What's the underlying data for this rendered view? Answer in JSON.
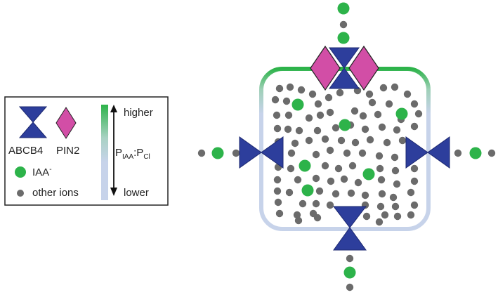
{
  "legend": {
    "abcb4_label": "ABCB4",
    "pin2_label": "PIN2",
    "iaa_label": "IAA",
    "iaa_superscript": "-",
    "other_ions_label": "other ions",
    "gradient_top_label": "higher",
    "gradient_bottom_label": "lower",
    "ratio_p1": "P",
    "ratio_sub1": "IAA",
    "ratio_colon": ":P",
    "ratio_sub2": "Cl"
  },
  "colors": {
    "abcb4": "#2d3e9c",
    "pin2": "#d24ea6",
    "iaa": "#2db34a",
    "other_ions": "#6b6b6b",
    "gradient_high": "#2db34a",
    "gradient_low": "#c7d3ea"
  },
  "icons": {
    "transporter_abcb4": "hourglass",
    "transporter_pin2": "diamond",
    "iaa_ion": "green-circle",
    "other_ion": "gray-circle"
  }
}
